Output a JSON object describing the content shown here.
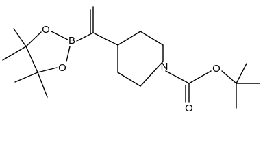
{
  "molecule": {
    "atoms": {
      "boron": "B",
      "oxygen_dioxaborolane_top": "O",
      "oxygen_dioxaborolane_bottom": "O",
      "nitrogen_piperidine": "N",
      "oxygen_ester": "O",
      "oxygen_carbonyl": "O"
    }
  },
  "colors": {
    "bond": "#000000",
    "background": "#ffffff"
  }
}
